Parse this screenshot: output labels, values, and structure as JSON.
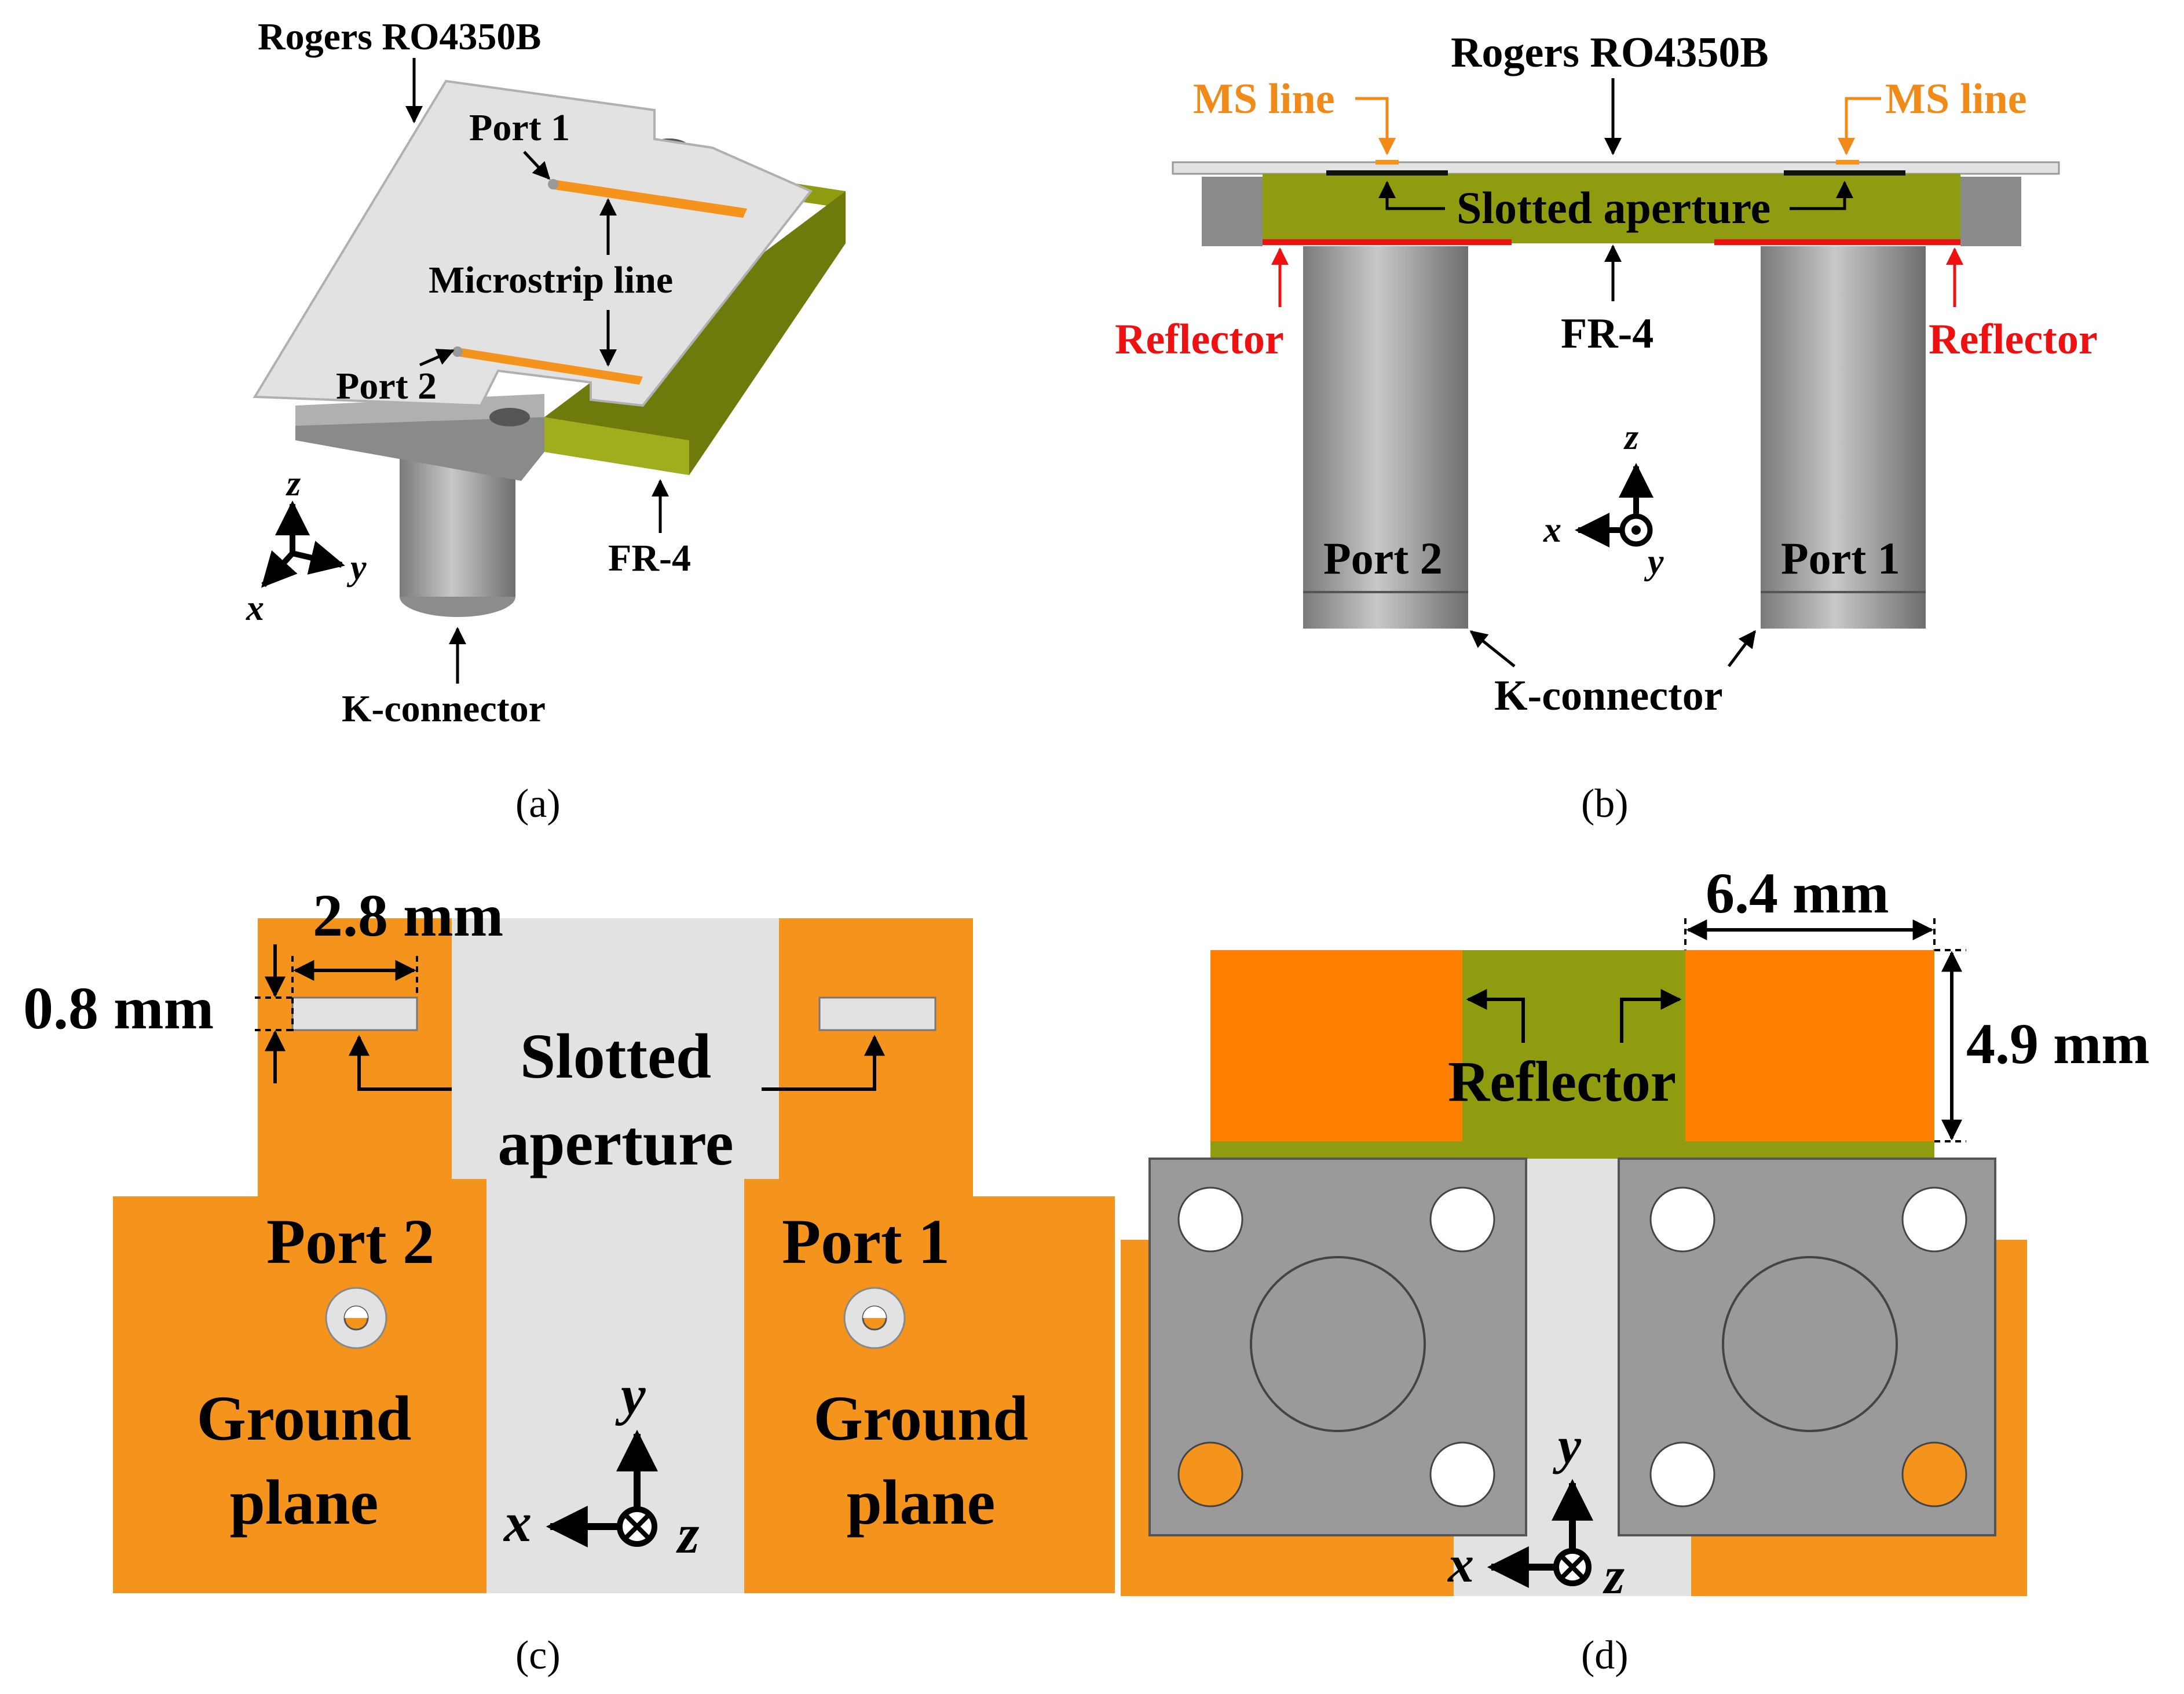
{
  "colors": {
    "rogers": "#e2e2e2",
    "fr4": "#8f9c10",
    "copper": "#f4941c",
    "reflector_copper": "#ff7f00",
    "connector": "#9a9a9a",
    "ms_label": "#f08a18",
    "reflector_label": "#ee1111"
  },
  "panel_a": {
    "caption": "(a)",
    "rogers": "Rogers RO4350B",
    "port1": "Port 1",
    "port2": "Port 2",
    "microstrip": "Microstrip line",
    "fr4": "FR-4",
    "kconn": "K-connector",
    "axes": {
      "z": "z",
      "y": "y",
      "x": "x"
    }
  },
  "panel_b": {
    "caption": "(b)",
    "rogers": "Rogers RO4350B",
    "ms_left": "MS line",
    "ms_right": "MS line",
    "slotted": "Slotted aperture",
    "reflector_left": "Reflector",
    "reflector_right": "Reflector",
    "fr4": "FR-4",
    "port2": "Port 2",
    "port1": "Port 1",
    "kconn": "K-connector",
    "axes": {
      "z": "z",
      "x": "x",
      "y": "y"
    }
  },
  "panel_c": {
    "caption": "(c)",
    "dim_width": "2.8 mm",
    "dim_height": "0.8 mm",
    "slotted_1": "Slotted",
    "slotted_2": "aperture",
    "port2": "Port 2",
    "port1": "Port 1",
    "ground_l1": "Ground",
    "ground_l2": "plane",
    "ground_r1": "Ground",
    "ground_r2": "plane",
    "axes": {
      "y": "y",
      "x": "x",
      "z": "z"
    }
  },
  "panel_d": {
    "caption": "(d)",
    "dim_width": "6.4 mm",
    "dim_height": "4.9 mm",
    "reflector": "Reflector",
    "axes": {
      "y": "y",
      "x": "x",
      "z": "z"
    }
  }
}
